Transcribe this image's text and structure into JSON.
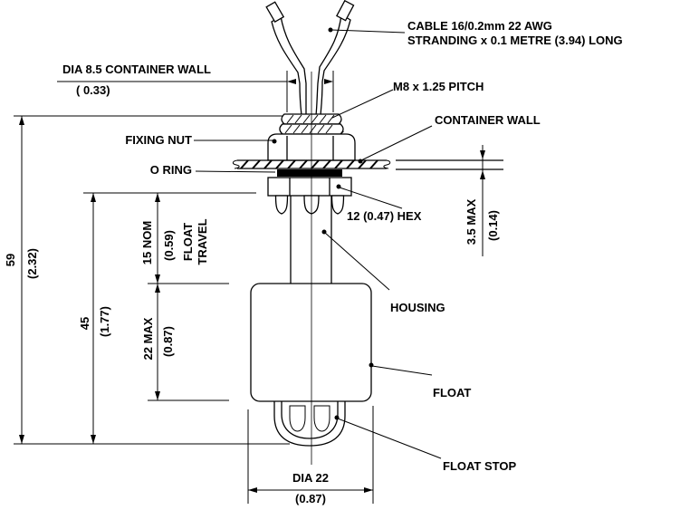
{
  "callouts": {
    "cable_line1": "CABLE 16/0.2mm 22 AWG",
    "cable_line2": "STRANDING x 0.1 METRE (3.94) LONG",
    "thread_pitch": "M8 x 1.25 PITCH",
    "dia_container_wall": "DIA 8.5 CONTAINER WALL",
    "dia_container_wall_inch": "( 0.33)",
    "fixing_nut": "FIXING NUT",
    "o_ring": "O RING",
    "container_wall": "CONTAINER WALL",
    "hex_size": "12 (0.47) HEX",
    "housing": "HOUSING",
    "float": "FLOAT",
    "float_stop": "FLOAT STOP"
  },
  "dimensions": {
    "overall_mm": "59",
    "overall_inch": "(2.32)",
    "stem_mm": "45",
    "stem_inch": "(1.77)",
    "travel_mm": "15 NOM",
    "travel_inch": "(0.59)",
    "travel_label_1": "FLOAT",
    "travel_label_2": "TRAVEL",
    "float_mm": "22 MAX",
    "float_inch": "(0.87)",
    "wall_mm": "3.5 MAX",
    "wall_inch": "(0.14)",
    "float_dia_mm": "DIA 22",
    "float_dia_inch": "(0.87)"
  },
  "colors": {
    "line": "#000000",
    "background": "#ffffff"
  }
}
